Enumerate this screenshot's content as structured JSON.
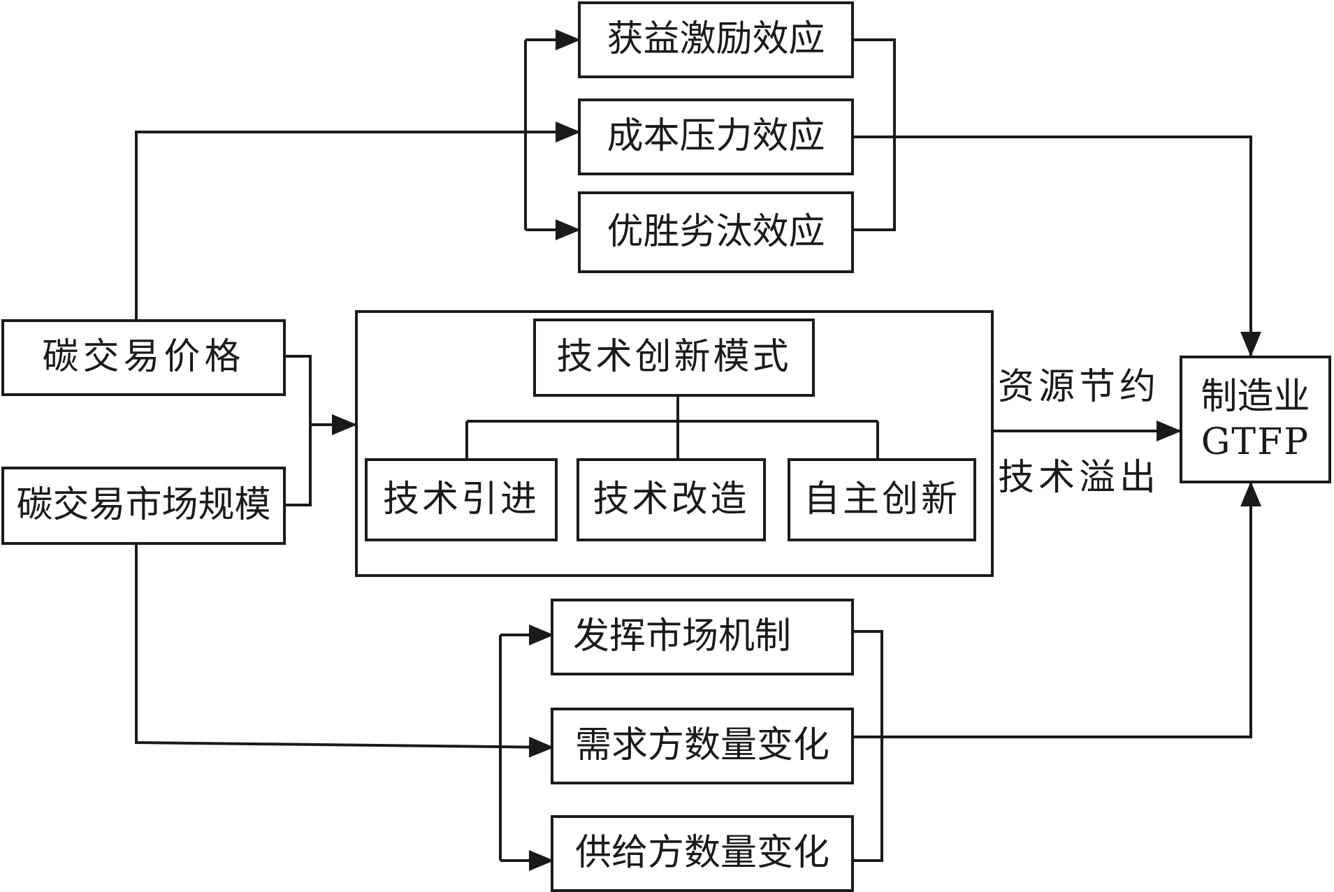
{
  "inputs": {
    "price": "碳交易价格",
    "scale": "碳交易市场规模"
  },
  "top_effects": [
    "获益激励效应",
    "成本压力效应",
    "优胜劣汰效应"
  ],
  "innovation": {
    "title": "技术创新模式",
    "modes": [
      "技术引进",
      "技术改造",
      "自主创新"
    ]
  },
  "bottom_effects": [
    "发挥市场机制",
    "需求方数量变化",
    "供给方数量变化"
  ],
  "middle_labels": {
    "upper": "资源节约",
    "lower": "技术溢出"
  },
  "output": {
    "line1": "制造业",
    "line2": "GTFP"
  }
}
